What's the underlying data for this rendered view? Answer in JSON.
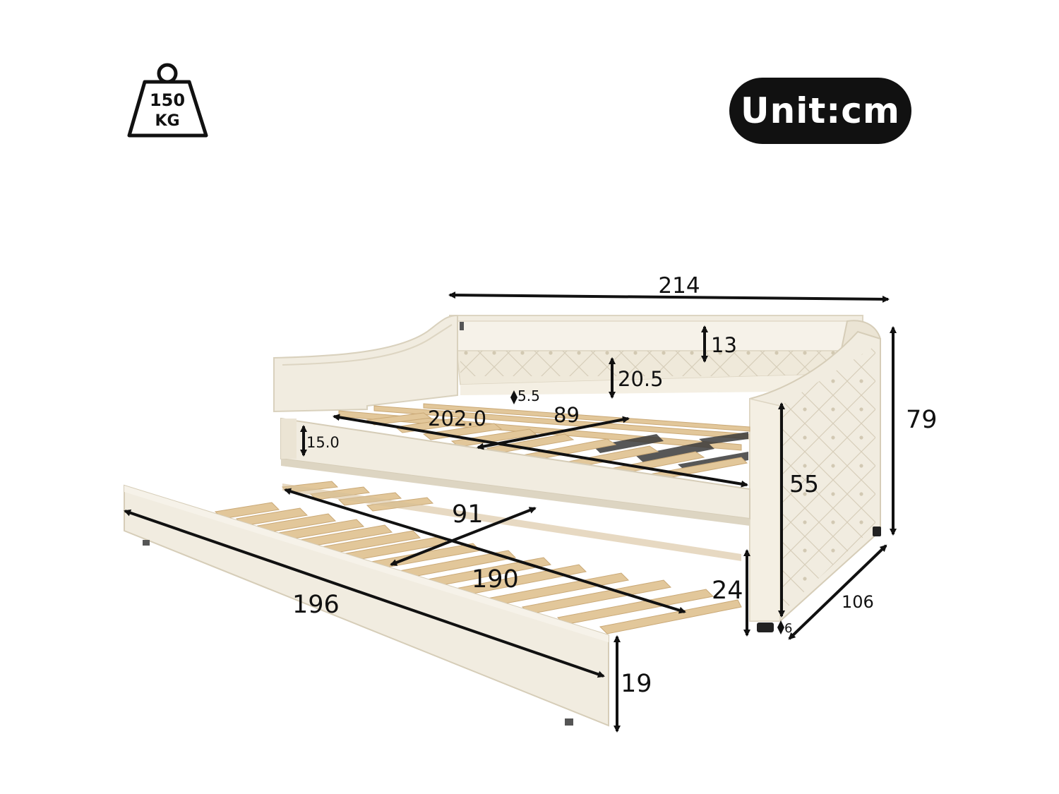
{
  "weight": {
    "value": "150",
    "unit": "KG",
    "icon": "weight-icon"
  },
  "unit_label": "Unit:cm",
  "colors": {
    "fabric": "#efe9da",
    "fabric_shade": "#ddd5c2",
    "wood": "#e2c79a",
    "ink": "#111111"
  },
  "dimensions": {
    "total_length": "214",
    "back_panel_height": "13",
    "headboard_height": "20.5",
    "slat_gap": "5.5",
    "mattress_length": "202.0",
    "mattress_width": "89",
    "rail_height": "15.0",
    "total_height": "79",
    "arm_height": "55",
    "trundle_width": "91",
    "trundle_mattress_length": "190",
    "trundle_length": "196",
    "trundle_clearance": "24",
    "total_depth": "106",
    "leg_height": "6",
    "trundle_height": "19"
  }
}
